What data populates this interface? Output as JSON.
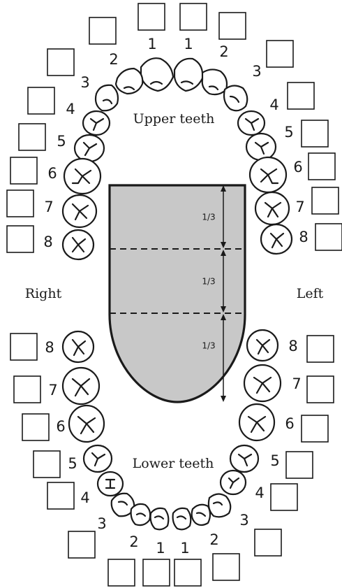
{
  "labels": {
    "upper": "Upper teeth",
    "lower": "Lower teeth",
    "right": "Right",
    "left": "Left"
  },
  "tongue": {
    "section_labels": [
      "1/3",
      "1/3",
      "1/3"
    ]
  },
  "teeth_numbers": {
    "upper_right": [
      "1",
      "2",
      "3",
      "4",
      "5",
      "6",
      "7",
      "8"
    ],
    "upper_left": [
      "1",
      "2",
      "3",
      "4",
      "5",
      "6",
      "7",
      "8"
    ],
    "lower_right": [
      "8",
      "7",
      "6",
      "5",
      "4",
      "3",
      "2",
      "1"
    ],
    "lower_left": [
      "8",
      "7",
      "6",
      "5",
      "4",
      "3",
      "2",
      "1"
    ]
  }
}
